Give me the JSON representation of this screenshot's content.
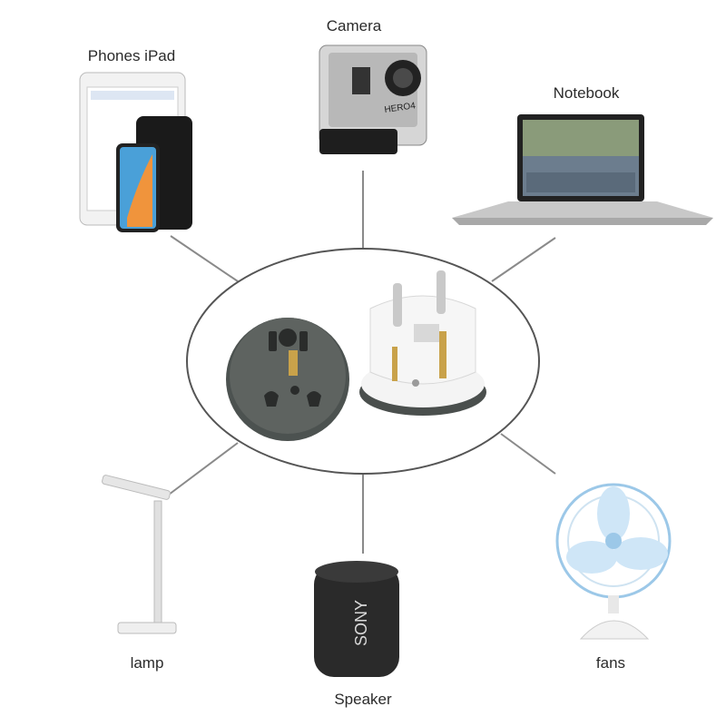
{
  "labels": {
    "phones": "Phones iPad",
    "camera": "Camera",
    "notebook": "Notebook",
    "lamp": "lamp",
    "speaker": "Speaker",
    "fans": "fans"
  },
  "devices": {
    "camera_brand": "HERO4",
    "speaker_brand": "SONY"
  },
  "colors": {
    "line": "#8a8a8a",
    "adapter_grey": "#5e6360",
    "adapter_white": "#f4f4f4",
    "pin": "#c9c9c9",
    "brass": "#c9a24a"
  }
}
